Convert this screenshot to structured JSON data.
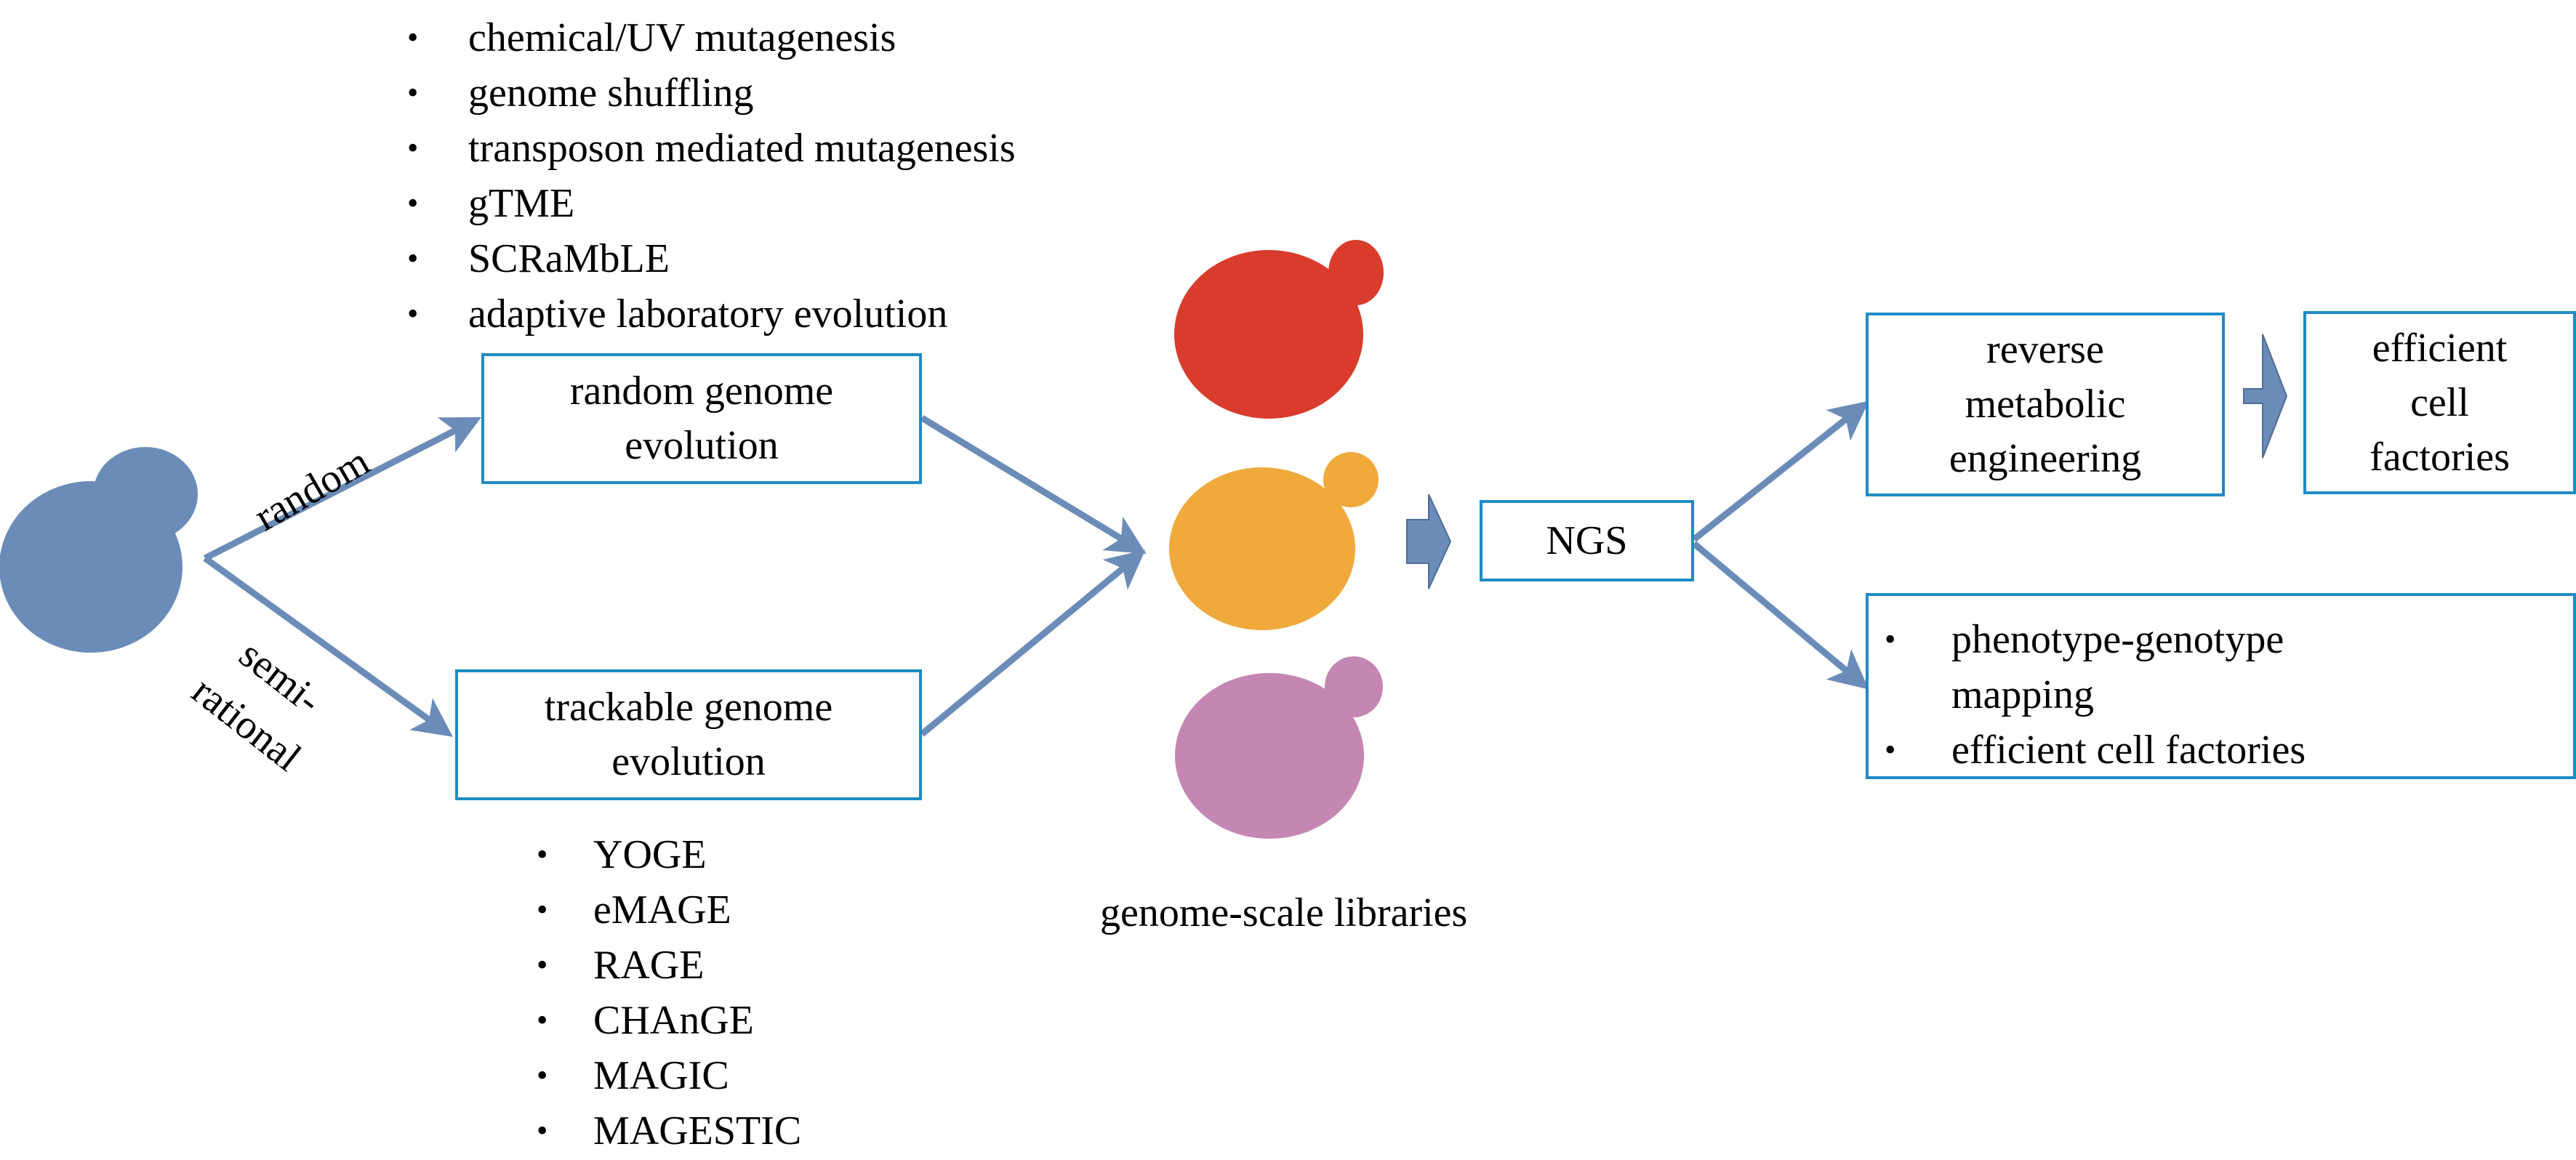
{
  "random_methods": [
    "chemical/UV mutagenesis",
    "genome shuffling",
    "transposon mediated mutagenesis",
    "gTME",
    "SCRaMbLE",
    "adaptive laboratory evolution"
  ],
  "trackable_methods": [
    "YOGE",
    "eMAGE",
    "RAGE",
    "CHAnGE",
    "MAGIC",
    "MAGESTIC"
  ],
  "branch_labels": {
    "random": "random",
    "semi_line1": "semi-",
    "semi_line2": "rational"
  },
  "boxes": {
    "random_evolution": "random genome\nevolution",
    "trackable_evolution": "trackable genome\nevolution",
    "ngs": "NGS",
    "reverse_engineering": "reverse\nmetabolic\nengineering",
    "efficient_factories": "efficient\ncell\nfactories"
  },
  "outcomes": [
    "phenotype-genotype\nmapping",
    "efficient cell factories"
  ],
  "libraries_label": "genome-scale libraries",
  "bullet_char": "•",
  "colors": {
    "arrow": "#6b8cb8",
    "box_border": "#1f8bc6",
    "parent_cell": "#6b8cb8",
    "library_cell_1": "#d93b2c",
    "library_cell_2": "#f0aa3c",
    "library_cell_3": "#c487b3"
  }
}
